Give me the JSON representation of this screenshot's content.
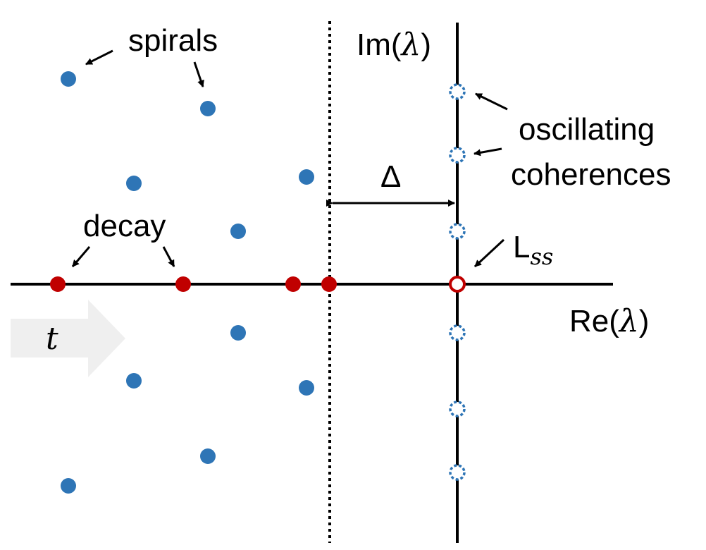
{
  "labels": {
    "spirals": "spirals",
    "decay": "decay",
    "oscillating": "oscillating",
    "coherences": "coherences",
    "im_axis_prefix": "Im(",
    "im_axis_symbol": "λ",
    "im_axis_suffix": ")",
    "re_axis_prefix": "Re(",
    "re_axis_symbol": "λ",
    "re_axis_suffix": ")",
    "gap_symbol": "Δ",
    "steady_state_main": "L",
    "steady_state_sub": "ss",
    "time_symbol": "t"
  },
  "colors": {
    "spiral_points": "#2e75b6",
    "decay_points": "#c00000",
    "oscillating_points": "#2e75b6",
    "steady_state_point": "#c00000",
    "axes": "#000000",
    "time_arrow": "#efefef"
  }
}
